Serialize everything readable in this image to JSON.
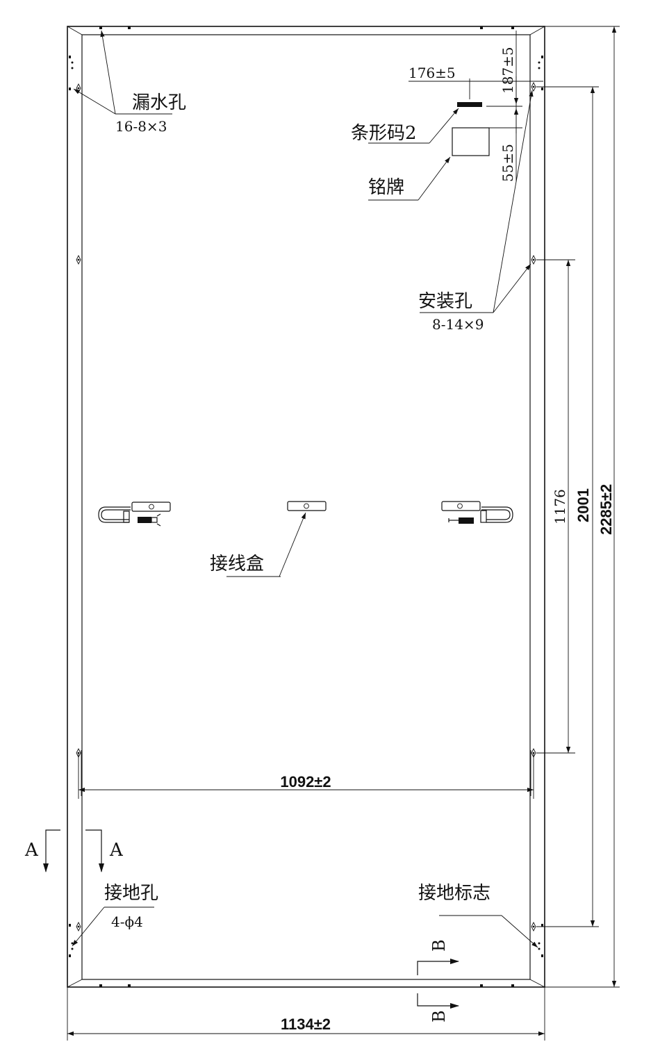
{
  "labels": {
    "drain_hole": "漏水孔",
    "drain_hole_spec": "16-8×3",
    "barcode": "条形码2",
    "nameplate": "铭牌",
    "mounting_hole": "安装孔",
    "mounting_hole_spec": "8-14×9",
    "junction_box": "接线盒",
    "ground_hole": "接地孔",
    "ground_hole_spec": "4-ϕ4",
    "ground_mark": "接地标志"
  },
  "dimensions": {
    "barcode_offset": "176±5",
    "top_offset_1": "187±5",
    "top_offset_2": "55±5",
    "mount_spacing": "1176",
    "ground_spacing": "2001",
    "overall_length": "2285±2",
    "inner_width": "1092±2",
    "overall_width": "1134±2"
  },
  "sections": {
    "a": "A",
    "b": "B"
  },
  "colors": {
    "line": "#111111",
    "background": "#ffffff"
  }
}
